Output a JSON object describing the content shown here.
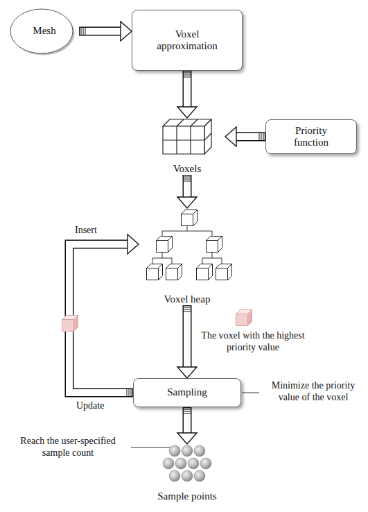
{
  "diagram": {
    "nodes": [
      {
        "text": [
          "Mesh"
        ]
      },
      {
        "text": [
          "Voxel approximation"
        ]
      },
      {
        "text": [
          "Priority function"
        ]
      },
      {
        "text": [
          "Voxels"
        ]
      },
      {
        "text": [
          "Voxel heap"
        ]
      },
      {
        "text": [
          "Sampling"
        ]
      },
      {
        "text": [
          "Sample points"
        ]
      }
    ],
    "edges": [
      {
        "from": 0,
        "to": 1,
        "arrow": "to"
      },
      {
        "from": 1,
        "to": 3,
        "arrow": "to"
      },
      {
        "from": 2,
        "to": 3,
        "arrow": "to"
      },
      {
        "from": 3,
        "to": 4,
        "arrow": "to"
      },
      {
        "from": 4,
        "to": 5,
        "arrow": "to"
      },
      {
        "from": 5,
        "to": 4,
        "arrow": "to"
      },
      {
        "from": 5,
        "to": 6,
        "arrow": "to"
      }
    ],
    "labels": [
      "Insert",
      "The voxel with the highest priority value",
      "Minimize the priority value of the voxel",
      "Update",
      "Reach the user-specified sample count"
    ]
  }
}
